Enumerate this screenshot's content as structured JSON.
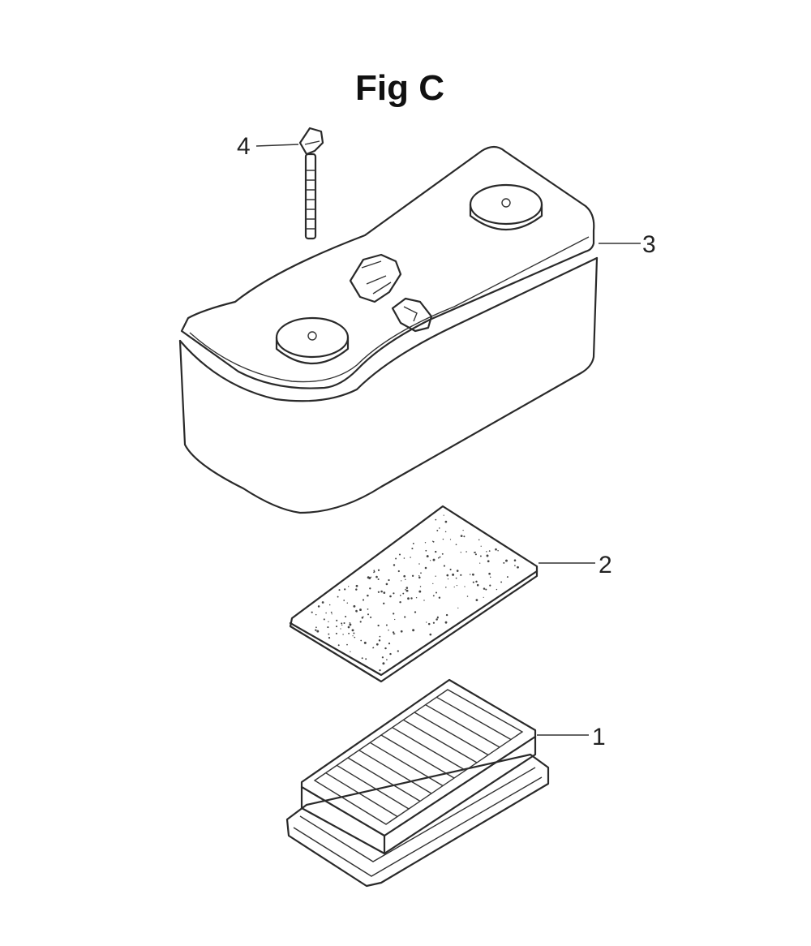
{
  "figure": {
    "title": "Fig C"
  },
  "callouts": [
    {
      "id": "part-1",
      "label": "1"
    },
    {
      "id": "part-2",
      "label": "2"
    },
    {
      "id": "part-3",
      "label": "3"
    },
    {
      "id": "part-4",
      "label": "4"
    }
  ],
  "parts": {
    "part1": "air-filter-cartridge",
    "part2": "foam-pre-filter",
    "part3": "air-cleaner-cover",
    "part4": "cover-screw"
  }
}
